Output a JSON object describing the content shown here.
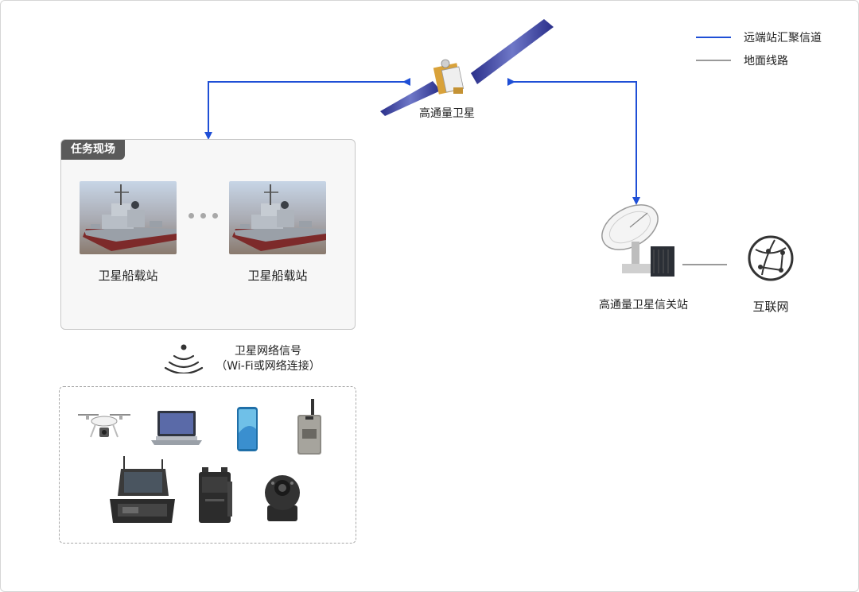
{
  "legend": {
    "remote_label": "远端站汇聚信道",
    "ground_label": "地面线路",
    "remote_color": "#1f4fd6",
    "ground_color": "#9a9a9a"
  },
  "satellite": {
    "label": "高通量卫星"
  },
  "site": {
    "title": "任务现场",
    "ship_label_1": "卫星船载站",
    "ship_label_2": "卫星船载站"
  },
  "signal": {
    "line1": "卫星网络信号",
    "line2": "（Wi-Fi或网络连接）"
  },
  "gateway": {
    "label": "高通量卫星信关站"
  },
  "internet": {
    "label": "互联网"
  },
  "icons": {
    "satellite": "satellite-icon",
    "ship": "warship-photo",
    "dish": "satellite-dish-icon",
    "globe": "globe-network-icon",
    "wifi": "wireless-signal-icon",
    "drone": "drone-icon",
    "laptop": "laptop-icon",
    "phone": "smartphone-icon",
    "terminal": "portable-terminal-icon",
    "suitcase": "rugged-case-station-icon",
    "radio": "backpack-radio-icon",
    "camera": "dome-camera-icon"
  }
}
